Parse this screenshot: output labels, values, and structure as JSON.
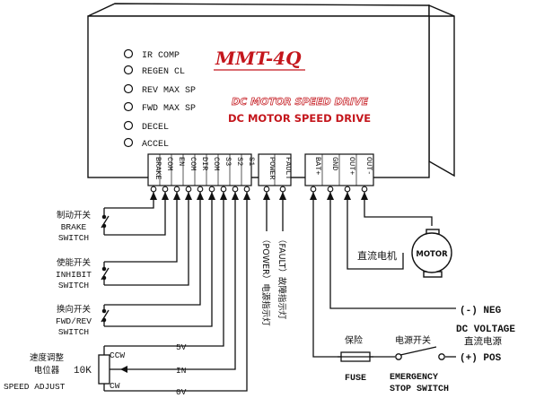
{
  "drive": {
    "model": "MMT-4Q",
    "subtitle_outline": "DC MOTOR SPEED DRIVE",
    "subtitle": "DC MOTOR SPEED DRIVE"
  },
  "pots": [
    "IR COMP",
    "REGEN CL",
    "REV MAX SP",
    "FWD MAX SP",
    "DECEL",
    "ACCEL"
  ],
  "terminals": {
    "signal": [
      "BRAKE",
      "COM",
      "EN",
      "COM",
      "DIR",
      "COM",
      "S3",
      "S2",
      "S1"
    ],
    "led": [
      "POWER",
      "FAULT"
    ],
    "power": [
      "BAT+",
      "GND",
      "OUT+",
      "OUT-"
    ]
  },
  "switches": {
    "brake": {
      "cn": "制动开关",
      "en1": "BRAKE",
      "en2": "SWITCH"
    },
    "inhibit": {
      "cn": "使能开关",
      "en1": "INHIBIT",
      "en2": "SWITCH"
    },
    "direction": {
      "cn": "换向开关",
      "en1": "FWD/REV",
      "en2": "SWITCH"
    }
  },
  "pot": {
    "cn1": "速度调整",
    "cn2": "电位器",
    "value": "10K",
    "en": "SPEED ADJUST",
    "ccw": "CCW",
    "cw": "CW",
    "v5": "5V",
    "in": "IN",
    "v0": "0V"
  },
  "leds": {
    "power": "（POWER）电源指示灯",
    "fault": "（FAULT）故障指示灯"
  },
  "motor": {
    "cn": "直流电机",
    "label": "MOTOR"
  },
  "supply": {
    "neg": "(-) NEG",
    "dc1": "DC VOLTAGE",
    "dc2": "直流电源",
    "pos": "(+) POS",
    "fuse_cn": "保险",
    "switch_cn": "电源开关",
    "fuse": "FUSE",
    "estop1": "EMERGENCY",
    "estop2": "STOP SWITCH"
  }
}
